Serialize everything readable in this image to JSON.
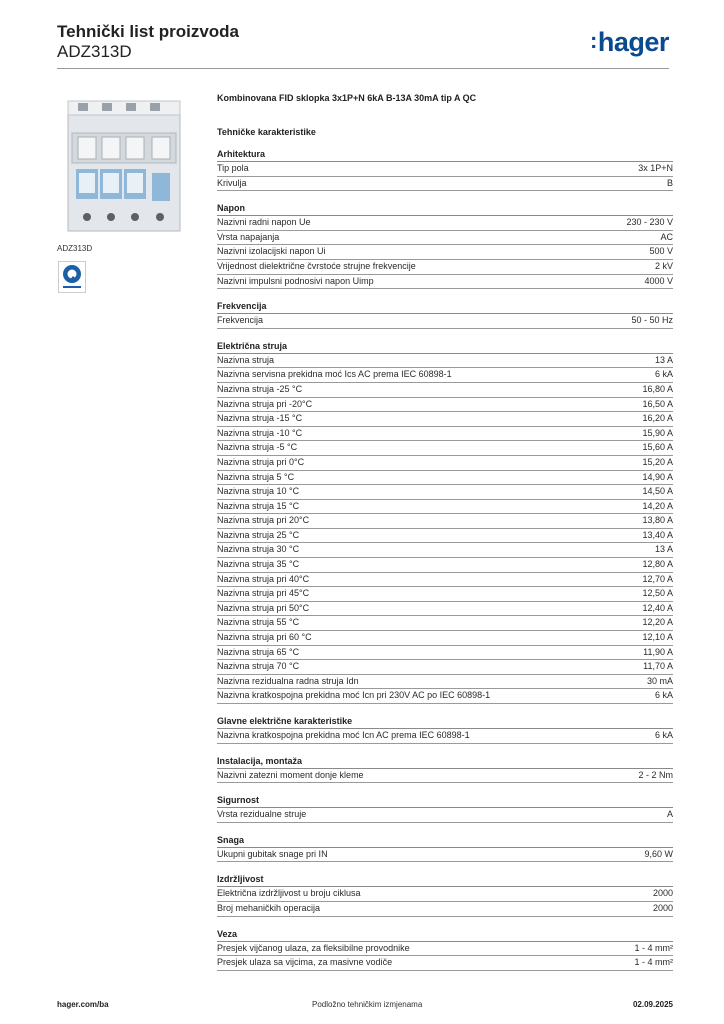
{
  "header": {
    "title": "Tehnički list proizvoda",
    "subtitle": "ADZ313D",
    "logo": "hager",
    "brand_color": "#0a4a8f"
  },
  "image_caption": "ADZ313D",
  "product_description": "Kombinovana FID sklopka 3x1P+N 6kA B-13A 30mA tip A QC",
  "tech_heading": "Tehničke karakteristike",
  "sections": [
    {
      "title": "Arhitektura",
      "rows": [
        {
          "label": "Tip pola",
          "value": "3x 1P+N"
        },
        {
          "label": "Krivulja",
          "value": "B"
        }
      ]
    },
    {
      "title": "Napon",
      "rows": [
        {
          "label": "Nazivni radni napon Ue",
          "value": "230 - 230 V"
        },
        {
          "label": "Vrsta napajanja",
          "value": "AC"
        },
        {
          "label": "Nazivni izolacijski napon Ui",
          "value": "500 V"
        },
        {
          "label": "Vrijednost dielektrične čvrstoće strujne frekvencije",
          "value": "2 kV"
        },
        {
          "label": "Nazivni impulsni podnosivi napon Uimp",
          "value": "4000 V"
        }
      ]
    },
    {
      "title": "Frekvencija",
      "rows": [
        {
          "label": "Frekvencija",
          "value": "50 - 50 Hz"
        }
      ]
    },
    {
      "title": "Električna struja",
      "rows": [
        {
          "label": "Nazivna struja",
          "value": "13 A"
        },
        {
          "label": "Nazivna servisna prekidna moć Ics AC prema IEC 60898-1",
          "value": "6 kA"
        },
        {
          "label": "Nazivna struja -25 °C",
          "value": "16,80 A"
        },
        {
          "label": "Nazivna struja pri -20°C",
          "value": "16,50 A"
        },
        {
          "label": "Nazivna struja -15 °C",
          "value": "16,20 A"
        },
        {
          "label": "Nazivna struja -10 °C",
          "value": "15,90 A"
        },
        {
          "label": "Nazivna struja -5 °C",
          "value": "15,60 A"
        },
        {
          "label": "Nazivna struja pri 0°C",
          "value": "15,20 A"
        },
        {
          "label": "Nazivna struja 5 °C",
          "value": "14,90 A"
        },
        {
          "label": "Nazivna struja 10 °C",
          "value": "14,50 A"
        },
        {
          "label": "Nazivna struja 15 °C",
          "value": "14,20 A"
        },
        {
          "label": "Nazivna struja pri 20°C",
          "value": "13,80 A"
        },
        {
          "label": "Nazivna struja 25 °C",
          "value": "13,40 A"
        },
        {
          "label": "Nazivna struja 30 °C",
          "value": "13 A"
        },
        {
          "label": "Nazivna struja 35 °C",
          "value": "12,80 A"
        },
        {
          "label": "Nazivna struja pri 40°C",
          "value": "12,70 A"
        },
        {
          "label": "Nazivna struja pri 45°C",
          "value": "12,50 A"
        },
        {
          "label": "Nazivna struja pri 50°C",
          "value": "12,40 A"
        },
        {
          "label": "Nazivna struja 55 °C",
          "value": "12,20 A"
        },
        {
          "label": "Nazivna struja pri 60 °C",
          "value": "12,10 A"
        },
        {
          "label": "Nazivna struja 65 °C",
          "value": "11,90 A"
        },
        {
          "label": "Nazivna struja 70 °C",
          "value": "11,70 A"
        },
        {
          "label": "Nazivna rezidualna radna struja Idn",
          "value": "30 mA"
        },
        {
          "label": "Nazivna kratkospojna prekidna moć Icn pri 230V AC po IEC 60898-1",
          "value": "6 kA"
        }
      ]
    },
    {
      "title": "Glavne električne karakteristike",
      "rows": [
        {
          "label": "Nazivna kratkospojna prekidna moć Icn AC prema IEC 60898-1",
          "value": "6 kA"
        }
      ]
    },
    {
      "title": "Instalacija, montaža",
      "rows": [
        {
          "label": "Nazivni zatezni moment donje kleme",
          "value": "2 - 2 Nm"
        }
      ]
    },
    {
      "title": "Sigurnost",
      "rows": [
        {
          "label": "Vrsta rezidualne struje",
          "value": "A"
        }
      ]
    },
    {
      "title": "Snaga",
      "rows": [
        {
          "label": "Ukupni gubitak snage pri IN",
          "value": "9,60 W"
        }
      ]
    },
    {
      "title": "Izdržljivost",
      "rows": [
        {
          "label": "Električna izdržljivost u broju ciklusa",
          "value": "2000"
        },
        {
          "label": "Broj mehaničkih operacija",
          "value": "2000"
        }
      ]
    },
    {
      "title": "Veza",
      "rows": [
        {
          "label": "Presjek vijčanog ulaza, za fleksibilne provodnike",
          "value": "1 - 4 mm²"
        },
        {
          "label": "Presjek ulaza sa vijcima, za masivne vodiče",
          "value": "1 - 4 mm²"
        }
      ]
    }
  ],
  "footer": {
    "website": "hager.com/ba",
    "notice": "Podložno tehničkim izmjenama",
    "date": "02.09.2025"
  }
}
